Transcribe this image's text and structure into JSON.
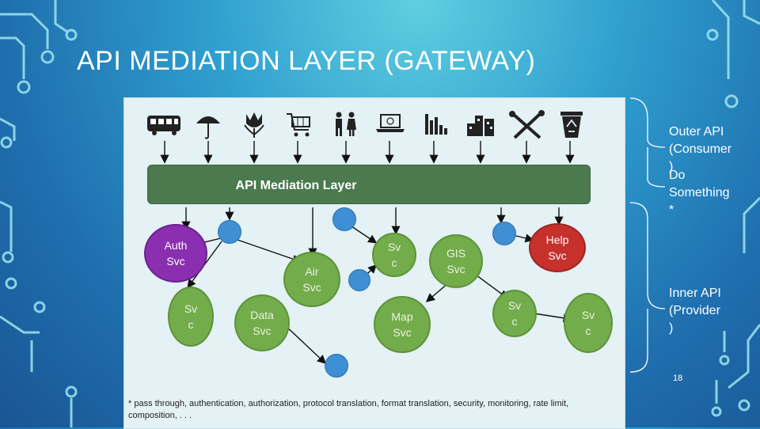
{
  "title": "API MEDIATION LAYER (GATEWAY)",
  "layer_label": "API Mediation Layer",
  "icons": [
    "bus-icon",
    "umbrella-icon",
    "tulip-icon",
    "shopping-cart-icon",
    "couple-icon",
    "laptop-icon",
    "bar-chart-icon",
    "city-buildings-icon",
    "tools-icon",
    "recycle-bin-icon"
  ],
  "nodes": {
    "auth": "Auth\nSvc",
    "air": "Air\nSvc",
    "svc_top": "Sv\nc",
    "gis": "GIS\nSvc",
    "help": "Help\nSvc",
    "svc_left": "Sv\nc",
    "data": "Data\nSvc",
    "map": "Map\nSvc",
    "svc_mid": "Sv\nc",
    "svc_right": "Sv\nc"
  },
  "labels": {
    "outer": "Outer API\n(Consumer\n)",
    "do_something": "Do\nSomething\n*",
    "inner": "Inner API\n(Provider\n)"
  },
  "page_number": "18",
  "footnote": "* pass through, authentication, authorization, protocol translation, format translation, security, monitoring, rate limit, composition, . . .",
  "colors": {
    "panel": "#e4f1f5",
    "layer": "#4a7a4e",
    "service_green": "#73ad4b",
    "small_blue": "#3e8fd4",
    "auth_purple": "#8a2fb0",
    "help_red": "#c6312c"
  }
}
